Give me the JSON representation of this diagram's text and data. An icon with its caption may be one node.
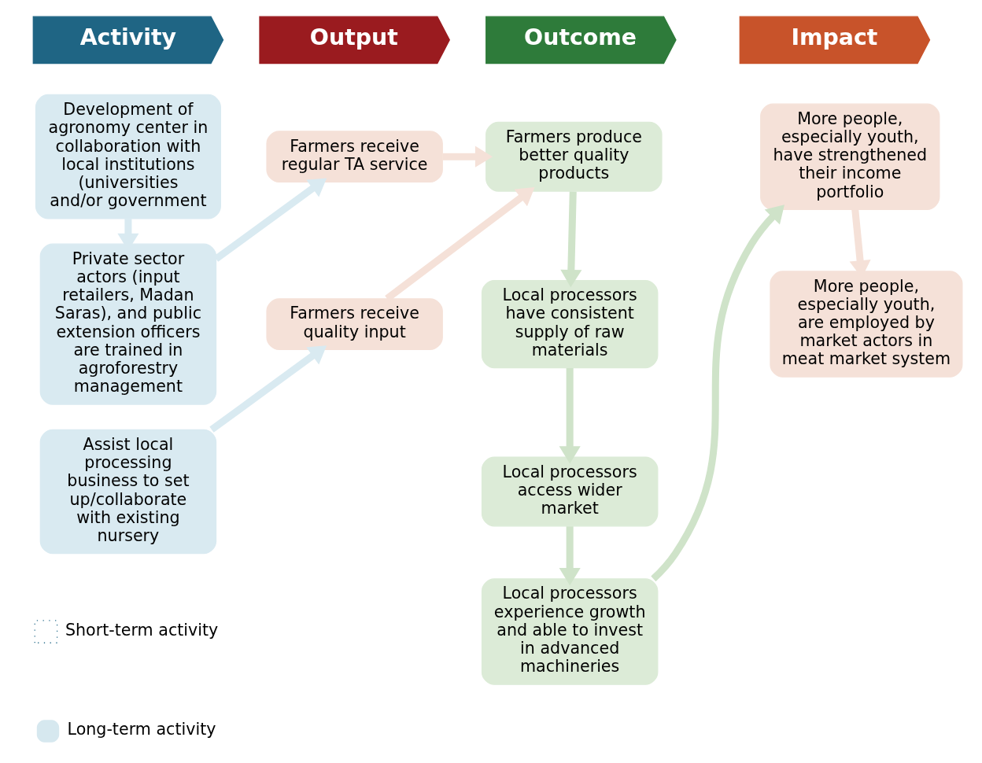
{
  "diagram": {
    "nodes": [
      {
        "text": [
          "Activity"
        ]
      },
      {
        "text": [
          "Output"
        ]
      },
      {
        "text": [
          "Outcome"
        ]
      },
      {
        "text": [
          "Impact"
        ]
      },
      {
        "text": [
          "Development of agronomy center in collaboration with local institutions (universities and/or government"
        ]
      },
      {
        "text": [
          "Private sector actors (input retailers, Madan Saras), and public extension officers are trained in agroforestry management"
        ]
      },
      {
        "text": [
          "Assist local processing business to set up/collaborate with existing nursery"
        ]
      },
      {
        "text": [
          "Farmers receive regular TA service"
        ]
      },
      {
        "text": [
          "Farmers receive quality input"
        ]
      },
      {
        "text": [
          "Farmers produce better quality products"
        ]
      },
      {
        "text": [
          "Local processors have consistent supply of raw materials"
        ]
      },
      {
        "text": [
          "Local processors access wider market"
        ]
      },
      {
        "text": [
          "Local processors experience growth and able to invest in advanced machineries"
        ]
      },
      {
        "text": [
          "More people, especially youth, have strengthened their income portfolio"
        ]
      },
      {
        "text": [
          "More people, especially youth, are employed by market actors in meat market system"
        ]
      }
    ],
    "edges": [
      {
        "from": 4,
        "to": 5,
        "arrow": "to",
        "color": "#d9eaf1"
      },
      {
        "from": 5,
        "to": 7,
        "arrow": "to",
        "color": "#d9eaf1"
      },
      {
        "from": 6,
        "to": 8,
        "arrow": "to",
        "color": "#d9eaf1"
      },
      {
        "from": 7,
        "to": 9,
        "arrow": "to",
        "color": "#f5e1d8"
      },
      {
        "from": 8,
        "to": 9,
        "arrow": "to",
        "color": "#f5e1d8"
      },
      {
        "from": 9,
        "to": 10,
        "arrow": "to"
      },
      {
        "from": 10,
        "to": 11,
        "arrow": "to"
      },
      {
        "from": 11,
        "to": 12,
        "arrow": "to"
      },
      {
        "from": 12,
        "to": 13,
        "arrow": "to"
      },
      {
        "from": 13,
        "to": 14,
        "arrow": "to",
        "color": "#f5e1d8"
      }
    ],
    "legend": [
      {
        "text": "Short-term activity"
      },
      {
        "text": "Long-term activity",
        "color": "#d6e8ef"
      }
    ]
  }
}
